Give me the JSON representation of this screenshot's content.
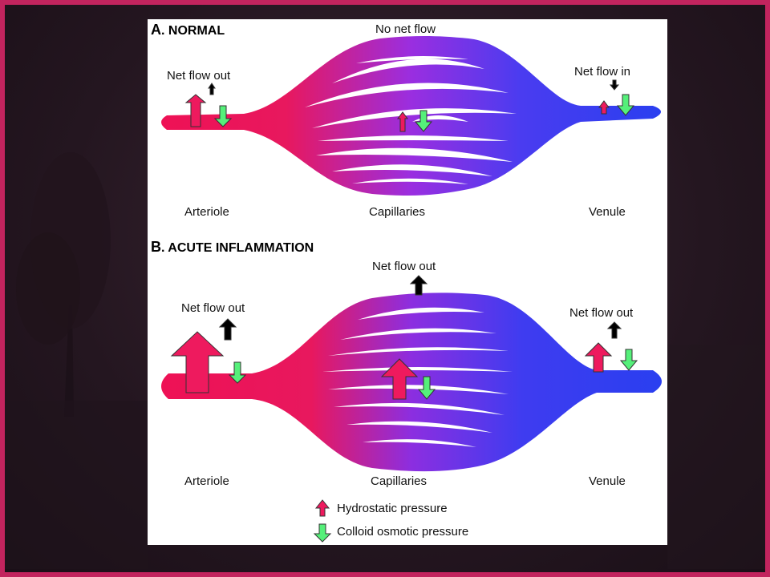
{
  "panel_a": {
    "letter": "A",
    "title": ". NORMAL",
    "top_label": "No net flow",
    "left_label": "Net flow out",
    "right_label": "Net flow in",
    "bottom": {
      "left": "Arteriole",
      "center": "Capillaries",
      "right": "Venule"
    }
  },
  "panel_b": {
    "letter": "B",
    "title": ". ACUTE INFLAMMATION",
    "top_label": "Net flow out",
    "left_label": "Net flow out",
    "right_label": "Net flow out",
    "bottom": {
      "left": "Arteriole",
      "center": "Capillaries",
      "right": "Venule"
    }
  },
  "legend": {
    "hydrostatic": "Hydrostatic pressure",
    "colloid": "Colloid osmotic pressure"
  },
  "colors": {
    "arterial": "#ee1155",
    "capillary": "#8c2ee0",
    "venous": "#2a3ff0",
    "hydrostatic_arrow": "#ee1a5e",
    "colloid_arrow": "#55f07a",
    "frame": "#c2245e"
  }
}
